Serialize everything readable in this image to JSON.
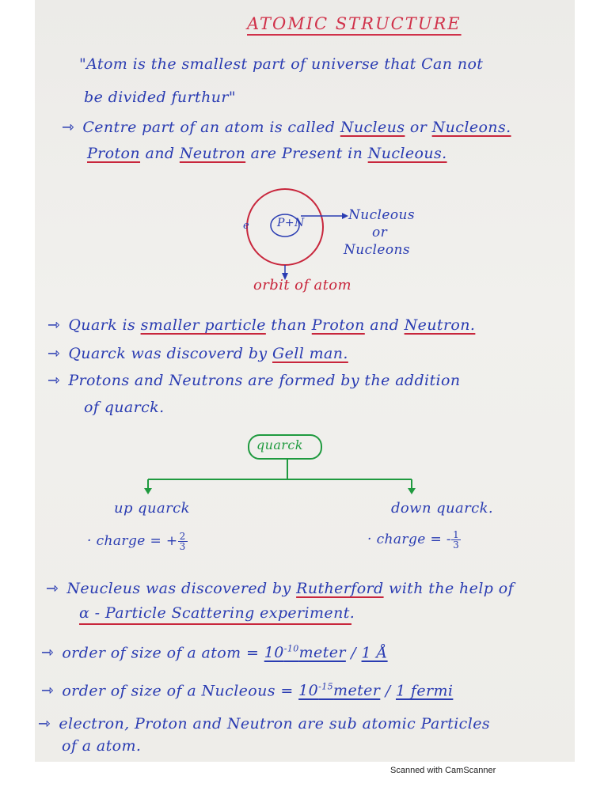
{
  "title": "ATOMIC STRUCTURE",
  "intro": {
    "quote_line1": "\"Atom is the smallest part of universe that Can not",
    "quote_line2": "be divided furthur\""
  },
  "centre": {
    "line1_pre": "Centre part of an atom is called ",
    "line1_term1": "Nucleus",
    "line1_or": " or ",
    "line1_term2": "Nucleons.",
    "line2_term1": "Proton",
    "line2_and": " and ",
    "line2_term2": "Neutron",
    "line2_mid": " are Present in ",
    "line2_term3": "Nucleous."
  },
  "diagram": {
    "nucleus_label": "P+N",
    "e_label": "e",
    "pointer_line1": "Nucleous",
    "pointer_line2": "or",
    "pointer_line3": "Nucleons",
    "orbit_caption": "orbit of atom"
  },
  "quark_facts": {
    "f1_pre": "Quark is ",
    "f1_term": "smaller particle",
    "f1_mid": " than ",
    "f1_p": "Proton",
    "f1_and": " and ",
    "f1_n": "Neutron.",
    "f2_pre": "Quarck was discoverd by ",
    "f2_term": "Gell man.",
    "f3_line1": "Protons and Neutrons are formed by the addition",
    "f3_line2": "of quarck."
  },
  "tree": {
    "root": "quarck",
    "left_label": "up quarck",
    "left_charge": "charge = +",
    "left_num": "2",
    "left_den": "3",
    "right_label": "down quarck.",
    "right_charge": "charge = -",
    "right_num": "1",
    "right_den": "3"
  },
  "nucleus_discovery": {
    "pre": "Neucleus was discovered by ",
    "name": "Rutherford",
    "post": " with the help of",
    "line2": "α - Particle Scattering experiment."
  },
  "sizes": {
    "atom_pre": "order of size of a atom = ",
    "atom_base": "10",
    "atom_exp": "-10",
    "atom_unit": "meter",
    "atom_alt": "1 Å",
    "nuc_pre": "order of size of a Nucleous = ",
    "nuc_base": "10",
    "nuc_exp": "-15",
    "nuc_unit": "meter",
    "nuc_alt": "1 fermi"
  },
  "subatomic": {
    "line1": "electron, Proton and Neutron are sub atomic Particles",
    "line2": "of a atom."
  },
  "footer": "Scanned with CamScanner",
  "colors": {
    "ink_blue": "#2a3cb2",
    "ink_red": "#c8263c",
    "ink_green": "#1f9a3f"
  }
}
